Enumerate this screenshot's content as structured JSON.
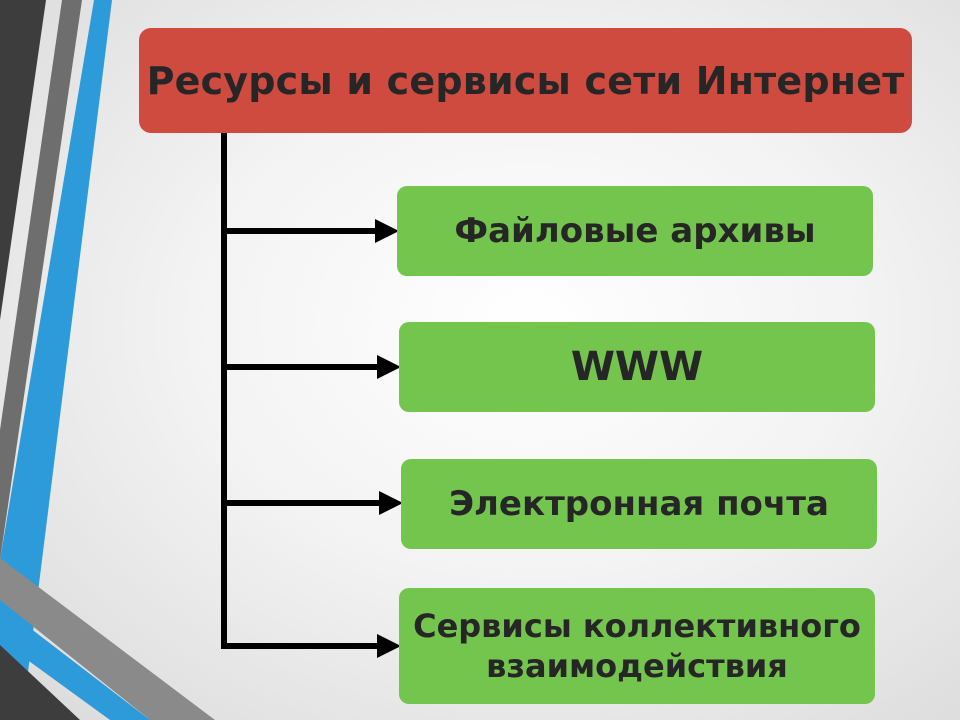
{
  "title": "Ресурсы и сервисы сети Интернет",
  "items": [
    {
      "label": "Файловые архивы"
    },
    {
      "label": "WWW"
    },
    {
      "label": "Электронная почта"
    },
    {
      "label": "Сервисы коллективного взаимодействия"
    }
  ],
  "colors": {
    "title_fill": "#cf4a3f",
    "item_fill": "#74c54d",
    "text": "#262626",
    "connector": "#000000",
    "decor_blue": "#2d9bd9",
    "decor_dark": "#3d3d3d"
  }
}
